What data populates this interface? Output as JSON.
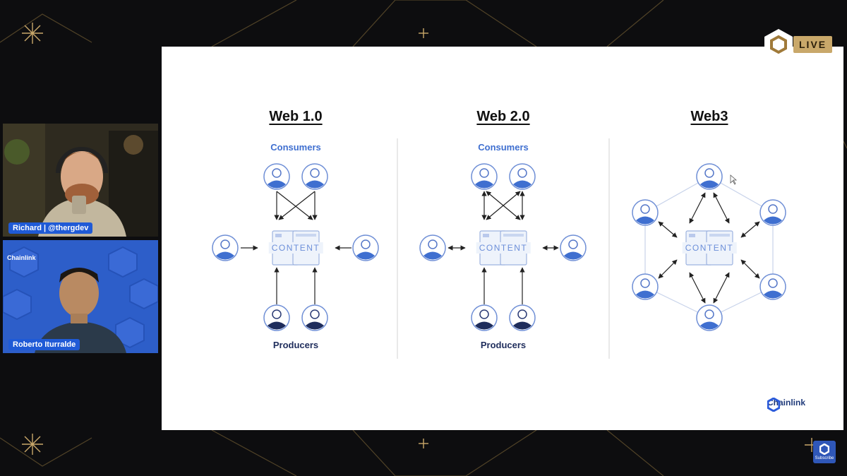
{
  "overlay": {
    "live_label": "LIVE",
    "subscribe_label": "Subscribe",
    "accent_gold": "#c9a86a"
  },
  "participants": [
    {
      "name": "Richard | @thergdev"
    },
    {
      "name": "Roberto Iturralde",
      "brand": "Chainlink"
    }
  ],
  "slide": {
    "brand": "Chainlink",
    "columns": [
      {
        "title": "Web 1.0",
        "top_label": "Consumers",
        "bottom_label": "Producers",
        "center_label": "CONTENT"
      },
      {
        "title": "Web 2.0",
        "top_label": "Consumers",
        "bottom_label": "Producers",
        "center_label": "CONTENT"
      },
      {
        "title": "Web3",
        "center_label": "CONTENT"
      }
    ],
    "colors": {
      "consumer": "#3f6fd0",
      "producer": "#1f2d5c",
      "arrow": "#222222"
    }
  }
}
